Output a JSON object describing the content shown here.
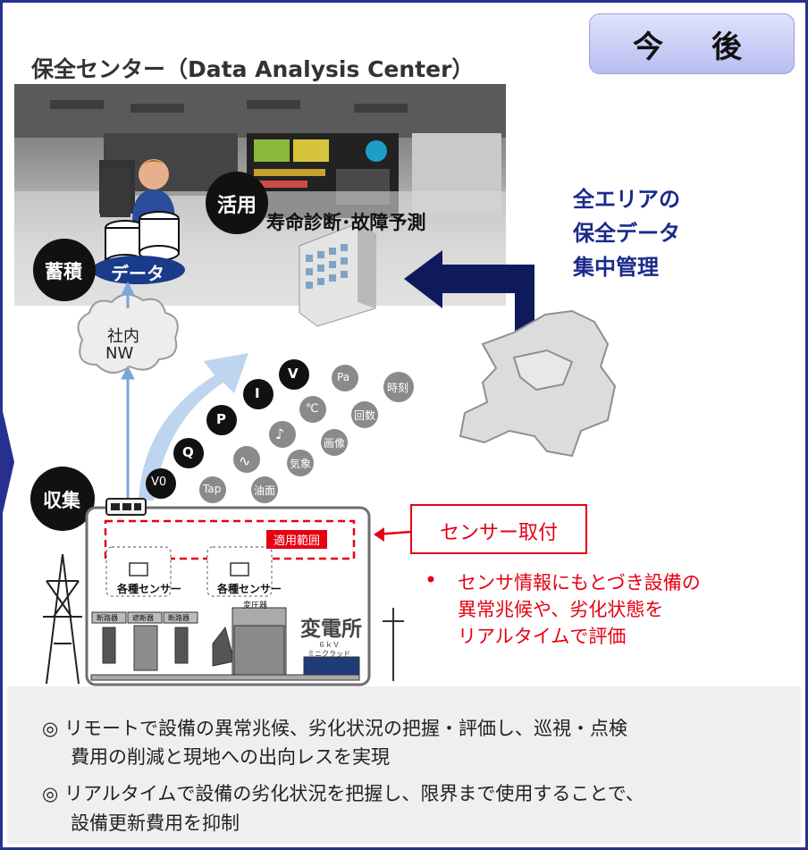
{
  "tag_future": "今　後",
  "center_title": "保全センター（Data Analysis Center）",
  "utilize_label": "活用",
  "diagnosis_label": "寿命診断･故障予測",
  "store_label": "蓄積",
  "data_label": "データ",
  "network_line1": "社内",
  "network_line2": "NW",
  "collect_label": "収集",
  "centralized": [
    "全エリアの",
    "保全データ",
    "集中管理"
  ],
  "measurement_icons": [
    "V0",
    "Q",
    "P",
    "I",
    "V",
    "Pa",
    "時刻",
    "℃",
    "回数",
    "♪",
    "画像",
    "気象",
    "Tap",
    "油面"
  ],
  "scope_label": "適用範囲",
  "sensor_labels": [
    "各種センサー",
    "各種センサー"
  ],
  "breaker_labels": [
    "断路器",
    "遮断器",
    "断路器"
  ],
  "transformer_label": "変圧器",
  "substation_label": "変電所",
  "switchgear_label_1": "６ｋＶ",
  "switchgear_label_2": "ミニクラッド",
  "sensor_attach_label": "センサー取付",
  "sensor_bullet": [
    "センサ情報にもとづき設備の",
    "異常兆候や、劣化状態を",
    "リアルタイムで評価"
  ],
  "benefits": [
    "◎ リモートで設備の異常兆候、劣化状況の把握・評価し、巡視・点検",
    "費用の削減と現地への出向レスを実現",
    "◎ リアルタイムで設備の劣化状況を把握し、限界まで使用することで、",
    "設備更新費用を抑制"
  ],
  "colors": {
    "frame": "#27308f",
    "arrow_navy": "#0f1a5c",
    "alert_red": "#e60012",
    "data_blue": "#1a3a8a",
    "flow_blue": "#7aa7d9"
  }
}
